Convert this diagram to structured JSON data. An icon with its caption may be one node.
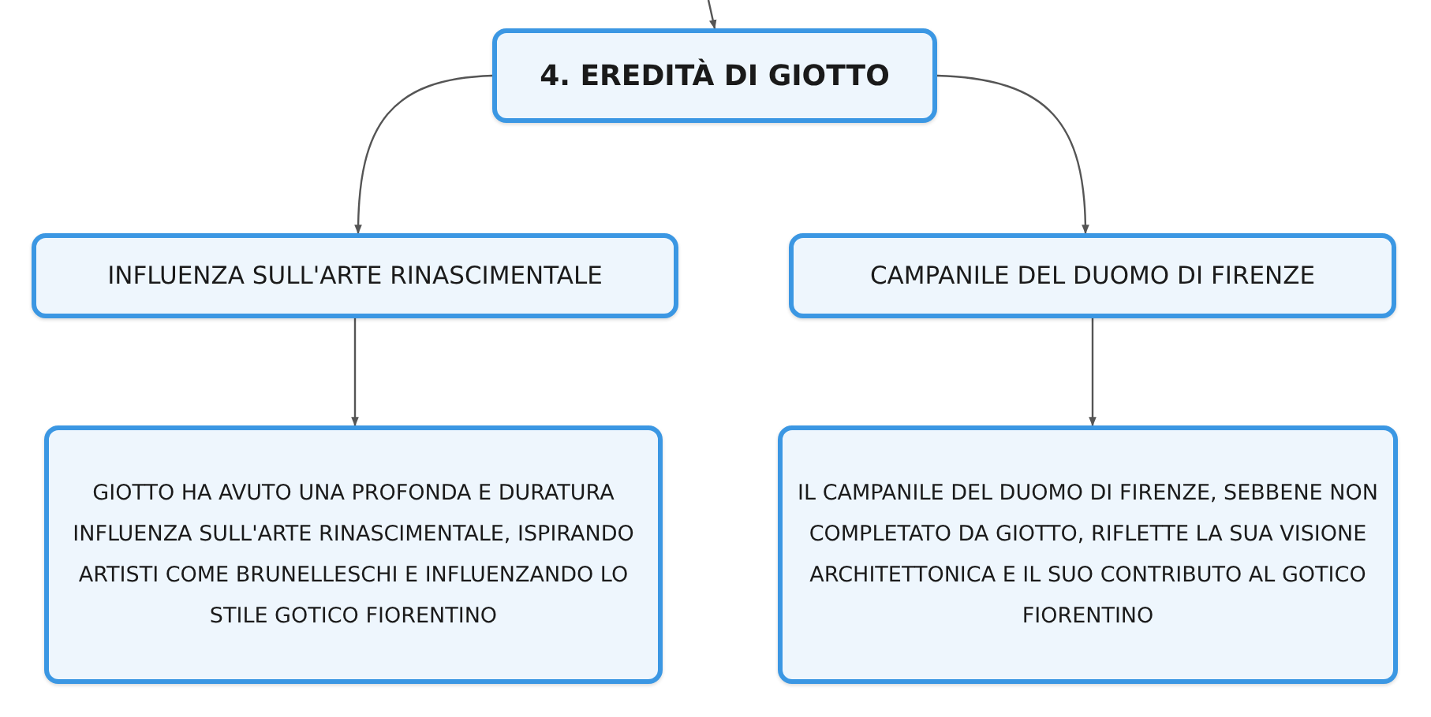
{
  "diagram": {
    "nodes": [
      {
        "text": [
          "4. EREDITÀ DI GIOTTO"
        ]
      },
      {
        "text": [
          "INFLUENZA SULL'ARTE RINASCIMENTALE"
        ]
      },
      {
        "text": [
          "CAMPANILE DEL DUOMO DI FIRENZE"
        ]
      },
      {
        "text": [
          "GIOTTO HA AVUTO UNA PROFONDA E DURATURA INFLUENZA SULL'ARTE RINASCIMENTALE, ISPIRANDO ARTISTI COME BRUNELLESCHI E INFLUENZANDO LO STILE GOTICO FIORENTINO"
        ]
      },
      {
        "text": [
          "IL CAMPANILE DEL DUOMO DI FIRENZE, SEBBENE NON COMPLETATO DA GIOTTO, RIFLETTE LA SUA VISIONE ARCHITETTONICA E IL SUO CONTRIBUTO AL GOTICO FIORENTINO"
        ]
      }
    ],
    "edges": [
      {
        "from": null,
        "to": 0,
        "arrow": "to"
      },
      {
        "from": 0,
        "to": 1,
        "arrow": "to"
      },
      {
        "from": 0,
        "to": 2,
        "arrow": "to"
      },
      {
        "from": 1,
        "to": 3,
        "arrow": "to"
      },
      {
        "from": 2,
        "to": 4,
        "arrow": "to"
      }
    ]
  }
}
